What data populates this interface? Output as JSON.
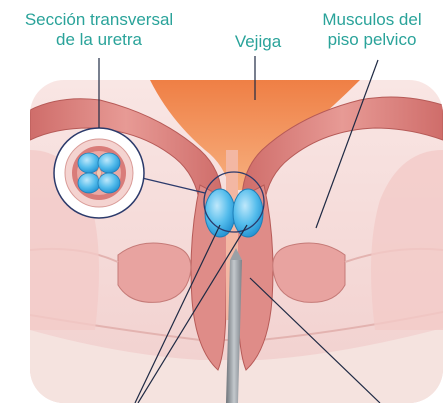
{
  "labels": {
    "cross_section_line1": "Sección transversal",
    "cross_section_line2": "de la uretra",
    "bladder": "Vejiga",
    "muscles_line1": "Musculos del",
    "muscles_line2": "piso pelvico"
  },
  "colors": {
    "label_teal": "#2aa39a",
    "background_panel": "#f4d7d5",
    "bladder_orange": "#f08a50",
    "muscle_pink": "#d97c79",
    "bulking_agent_blue": "#4fb6e8",
    "needle_gray": "#8a9096"
  }
}
